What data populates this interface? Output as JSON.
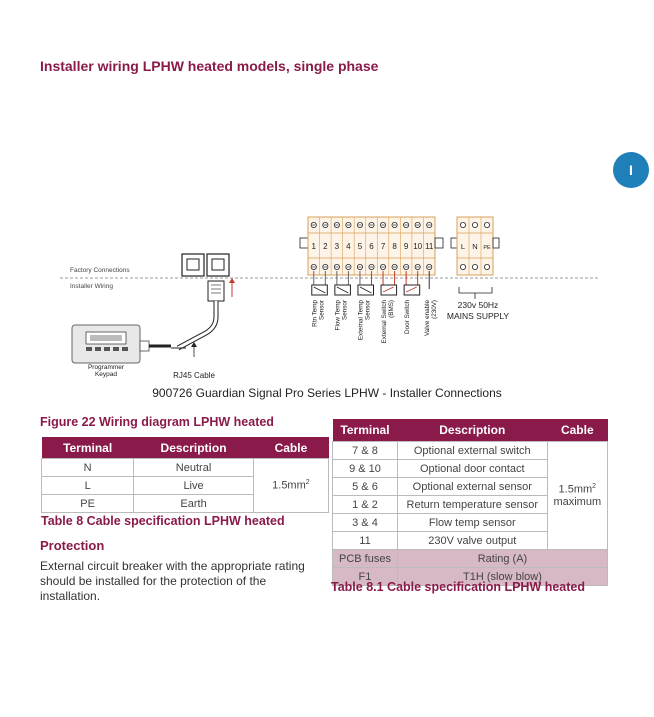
{
  "page_title": "Installer wiring LPHW heated models, single phase",
  "section_badge": "I",
  "diagram": {
    "factory_label": "Factory Connections",
    "installer_label": "Installer Wiring",
    "terminal_numbers": [
      "1",
      "2",
      "3",
      "4",
      "5",
      "6",
      "7",
      "8",
      "9",
      "10",
      "11"
    ],
    "mains_terminals": [
      "L",
      "N",
      "PE"
    ],
    "mains_label_1": "230v 50Hz",
    "mains_label_2": "MAINS SUPPLY",
    "keypad_label_1": "Programmer",
    "keypad_label_2": "Keypad",
    "cable_label": "RJ45 Cable",
    "sensor_labels": [
      {
        "line1": "Rtn Temp",
        "line2": "Sensor"
      },
      {
        "line1": "Flow Temp",
        "line2": "Sensor"
      },
      {
        "line1": "External Temp",
        "line2": "Sensor"
      },
      {
        "line1": "External Switch",
        "line2": "(BMS)"
      },
      {
        "line1": "Door Switch",
        "line2": ""
      },
      {
        "line1": "Valve enable",
        "line2": "(230V)"
      }
    ]
  },
  "diagram_caption": "900726 Guardian Signal Pro Series LPHW - Installer Connections",
  "figure_caption": "Figure 22 Wiring diagram LPHW heated",
  "table8": {
    "headers": [
      "Terminal",
      "Description",
      "Cable"
    ],
    "rows": [
      {
        "terminal": "N",
        "description": "Neutral"
      },
      {
        "terminal": "L",
        "description": "Live"
      },
      {
        "terminal": "PE",
        "description": "Earth"
      }
    ],
    "cable": "1.5mm",
    "cable_sup": "2",
    "title": "Table 8 Cable specification LPHW heated"
  },
  "protection": {
    "heading": "Protection",
    "text": "External circuit breaker with the appropriate rating should be installed for the protection of the installation."
  },
  "table81": {
    "headers": [
      "Terminal",
      "Description",
      "Cable"
    ],
    "rows": [
      {
        "terminal": "7 & 8",
        "description": "Optional external switch"
      },
      {
        "terminal": "9 & 10",
        "description": "Optional door contact"
      },
      {
        "terminal": "5 & 6",
        "description": "Optional external sensor"
      },
      {
        "terminal": "1 & 2",
        "description": "Return temperature sensor"
      },
      {
        "terminal": "3 & 4",
        "description": "Flow temp sensor"
      },
      {
        "terminal": "11",
        "description": "230V valve output"
      }
    ],
    "cable_line1": "1.5mm",
    "cable_sup": "2",
    "cable_line2": "maximum",
    "fuse_header_terminal": "PCB fuses",
    "fuse_header_rating": "Rating (A)",
    "fuse_terminal": "F1",
    "fuse_rating": "T1H (slow blow)",
    "title": "Table 8.1 Cable specification LPHW heated"
  }
}
